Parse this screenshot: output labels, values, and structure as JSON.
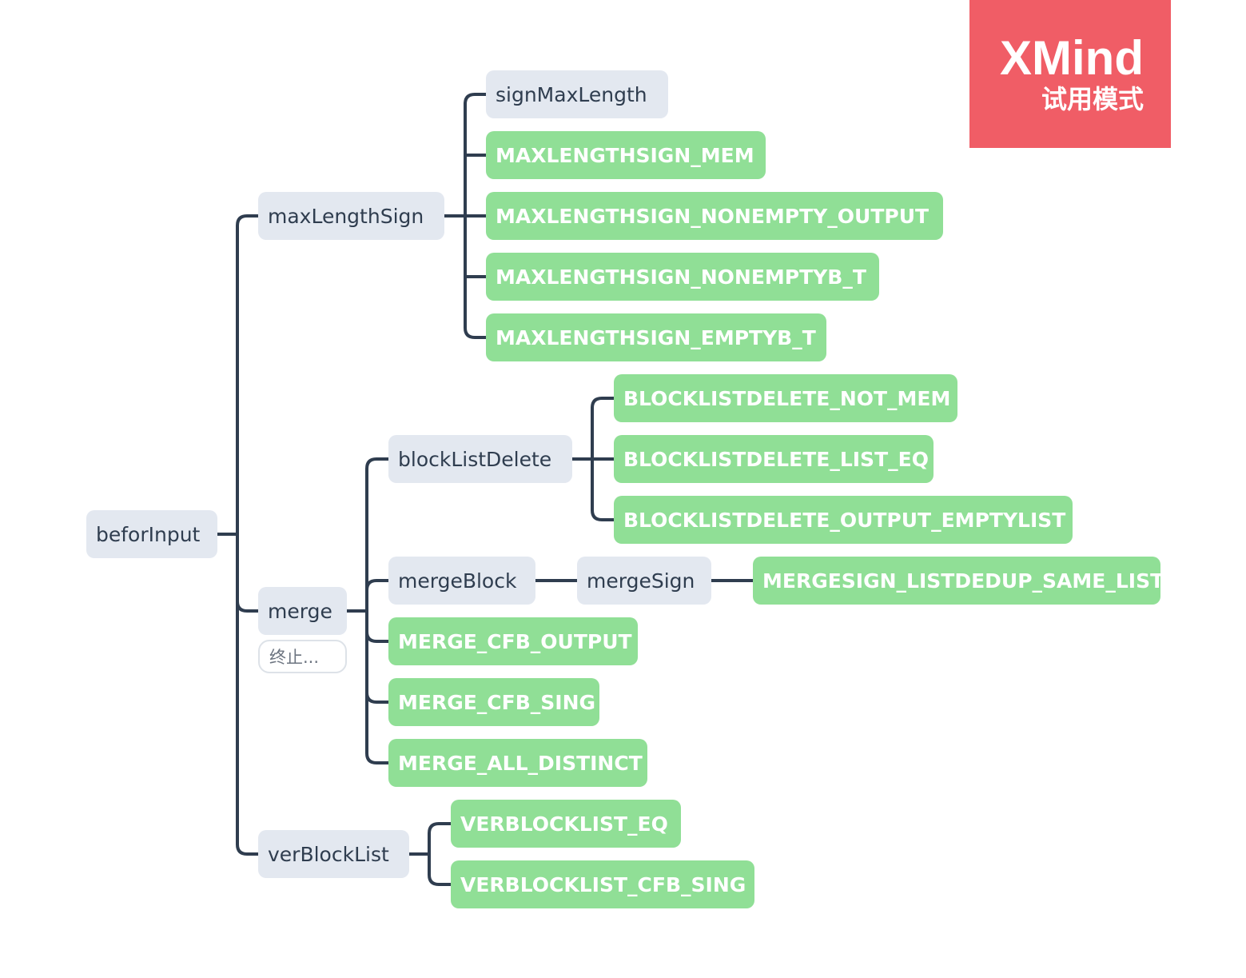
{
  "watermark": {
    "title": "XMind",
    "subtitle": "试用模式"
  },
  "root": {
    "label": "beforInput"
  },
  "maxLengthSign": {
    "label": "maxLengthSign",
    "children": [
      "signMaxLength",
      "MAXLENGTHSIGN_MEM",
      "MAXLENGTHSIGN_NONEMPTY_OUTPUT",
      "MAXLENGTHSIGN_NONEMPTYB_T",
      "MAXLENGTHSIGN_EMPTYB_T"
    ]
  },
  "merge": {
    "label": "merge",
    "label_tag": "终止...",
    "blockListDelete": {
      "label": "blockListDelete",
      "children": [
        "BLOCKLISTDELETE_NOT_MEM",
        "BLOCKLISTDELETE_LIST_EQ",
        "BLOCKLISTDELETE_OUTPUT_EMPTYLIST"
      ]
    },
    "mergeBlock": {
      "label": "mergeBlock",
      "mergeSign": {
        "label": "mergeSign",
        "children": [
          "MERGESIGN_LISTDEDUP_SAME_LIST"
        ]
      }
    },
    "leaves": [
      "MERGE_CFB_OUTPUT",
      "MERGE_CFB_SING",
      "MERGE_ALL_DISTINCT"
    ]
  },
  "verBlockList": {
    "label": "verBlockList",
    "children": [
      "VERBLOCKLIST_EQ",
      "VERBLOCKLIST_CFB_SING"
    ]
  }
}
